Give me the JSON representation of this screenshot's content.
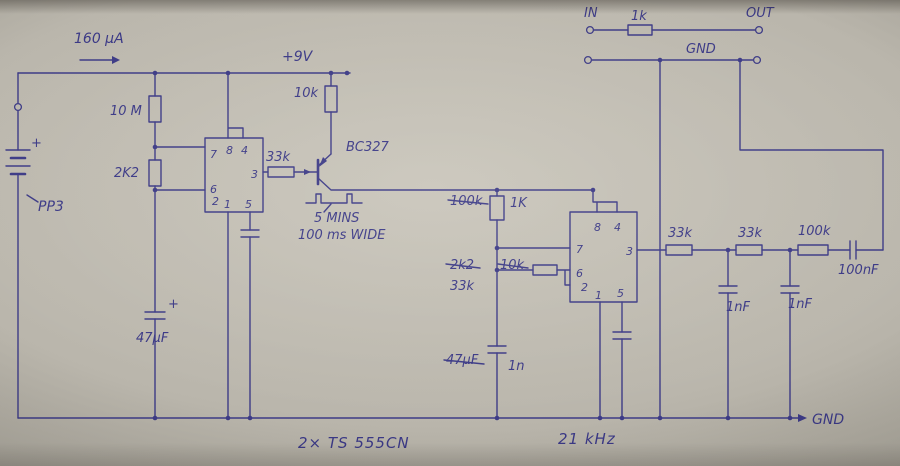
{
  "palette": {
    "paper": "#bab6ac",
    "ink": "#3b3986"
  },
  "connector": {
    "in": "IN",
    "out": "OUT",
    "r_series": "1k",
    "gnd": "GND"
  },
  "supply": {
    "current": "160 µA",
    "rail": "+9V",
    "battery": "PP3",
    "battery_polarity": "+"
  },
  "timer1": {
    "r_top": "10 M",
    "r_mid": "2K2",
    "cap": "47µF",
    "cap_polarity": "+",
    "pin7": "7",
    "pin8": "8",
    "pin4": "4",
    "pin3": "3",
    "pin6": "6",
    "pin2": "2",
    "pin1": "1",
    "pin5": "5",
    "r_out": "33k",
    "r_pullup": "10k",
    "transistor": "BC327",
    "note_period": "5 MINS",
    "note_width": "100 ms WIDE"
  },
  "timer2": {
    "r_top": "1K",
    "r_top_crossed": "100k",
    "r_mid": "33k",
    "r_mid_crossed_a": "2k2",
    "r_mid_crossed_b": "10k",
    "cap": "1n",
    "cap_crossed": "47µF",
    "pin8": "8",
    "pin4": "4",
    "pin7": "7",
    "pin3": "3",
    "pin6": "6",
    "pin2": "2",
    "pin1": "1",
    "pin5": "5"
  },
  "filter": {
    "r1": "33k",
    "r2": "33k",
    "r3": "100k",
    "c_series": "100nF",
    "c_shunt1": "1nF",
    "c_shunt2": "1nF"
  },
  "ground_label": "GND",
  "captions": {
    "parts": "2× TS 555CN",
    "frequency": "21 kHz"
  }
}
